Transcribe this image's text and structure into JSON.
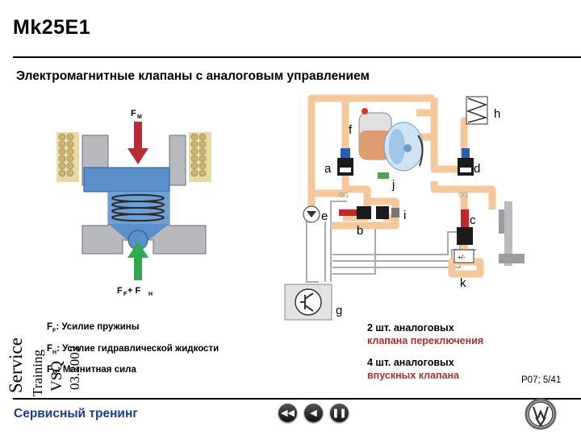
{
  "header": {
    "title": "Mk25E1",
    "subtitle": "Электромагнитные клапаны с аналоговым управлением"
  },
  "figure_left": {
    "label_top": "F",
    "label_top_sub": "M",
    "label_bottom": "F",
    "label_bottom_sub": "F",
    "label_bottom_plus": " + F",
    "label_bottom_sub2": "H"
  },
  "legend": [
    {
      "sym": "F",
      "sub": "F",
      "text": ": Усилие пружины"
    },
    {
      "sym": "F",
      "sub": "H",
      "text": ": Усилие гидравлической жидкости"
    },
    {
      "sym": "F",
      "sub": "M",
      "text": ": Магнитная сила"
    }
  ],
  "side_watermark": [
    "Service",
    "Training",
    "VSQ",
    "03.2002"
  ],
  "schematic": {
    "labels": {
      "a": "a",
      "b": "b",
      "c": "c",
      "d": "d",
      "e": "e",
      "f": "f",
      "g": "g",
      "h": "h",
      "i": "i",
      "j": "j",
      "k": "k"
    },
    "valve_marks": {
      "left_01": "0/1",
      "right_01": "0/1",
      "plus_minus": "+/-"
    }
  },
  "notes": {
    "line1": "2 шт. аналоговых",
    "line1_red": "клапана переключения",
    "line2": "4 шт. аналоговых",
    "line2_red": "впускных клапана"
  },
  "footer": {
    "brand": "Сервисный тренинг",
    "page": "P07; 5/41",
    "nav": {
      "back_all": "◀◀",
      "prev": "◀",
      "pause": "❚❚"
    }
  },
  "colors": {
    "pipe": "#f5c89b",
    "accent_red": "#a8322e",
    "footer_blue": "#1a3d8f"
  }
}
